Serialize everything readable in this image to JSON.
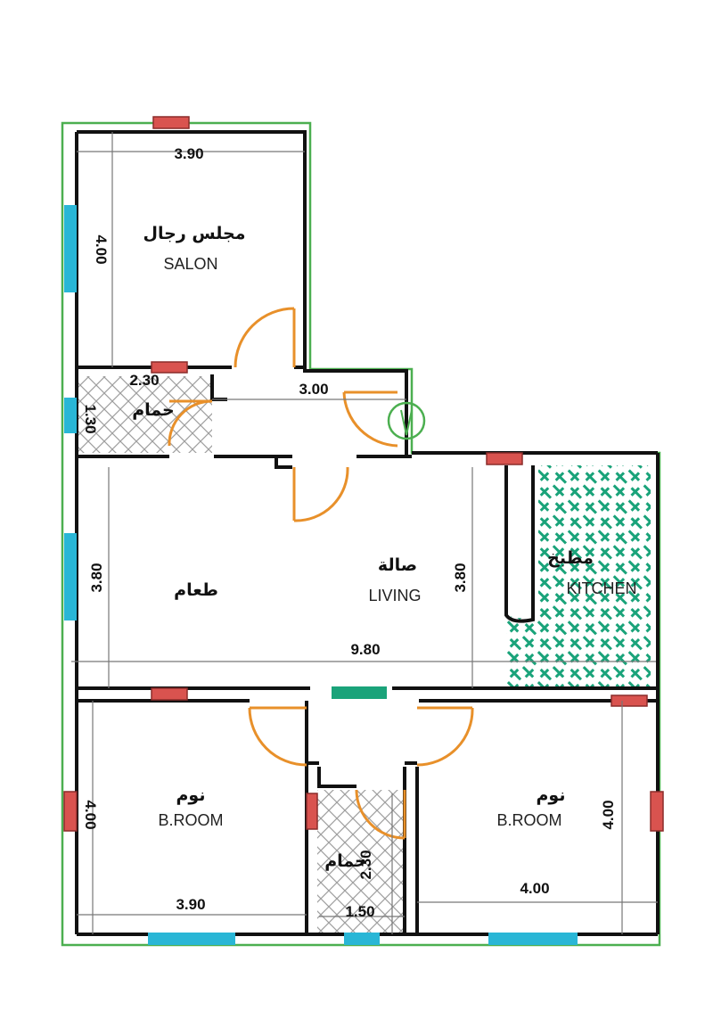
{
  "rooms": {
    "salon": {
      "ar": "مجلس رجال",
      "en": "SALON"
    },
    "bath_top": {
      "ar": "حمام"
    },
    "dining": {
      "ar": "طعام"
    },
    "living": {
      "ar": "صالة",
      "en": "LIVING"
    },
    "kitchen": {
      "ar": "مطبخ",
      "en": "KITCHEN"
    },
    "bedroom_left": {
      "ar": "نوم",
      "en": "B.ROOM"
    },
    "bedroom_right": {
      "ar": "نوم",
      "en": "B.ROOM"
    },
    "bath_bottom": {
      "ar": "حمام"
    }
  },
  "dimensions": {
    "salon_width": "3.90",
    "salon_height": "4.00",
    "bath_top_width": "2.30",
    "bath_top_height": "1.30",
    "corridor_width": "3.00",
    "dining_height": "3.80",
    "living_height": "3.80",
    "overall_width": "9.80",
    "bedroom_left_height": "4.00",
    "bedroom_left_width": "3.90",
    "bath_bottom_height": "2.30",
    "bath_bottom_width": "1.50",
    "bedroom_right_width": "4.00",
    "bedroom_right_height": "4.00"
  },
  "colors": {
    "walls": "#111111",
    "outline": "#4caf50",
    "doors": "#e8902a",
    "windows": "#29b6d6",
    "windows_red": "#d9534f",
    "kitchen_tile": "#1aa37a",
    "bath_tile": "#9e9e9e"
  }
}
